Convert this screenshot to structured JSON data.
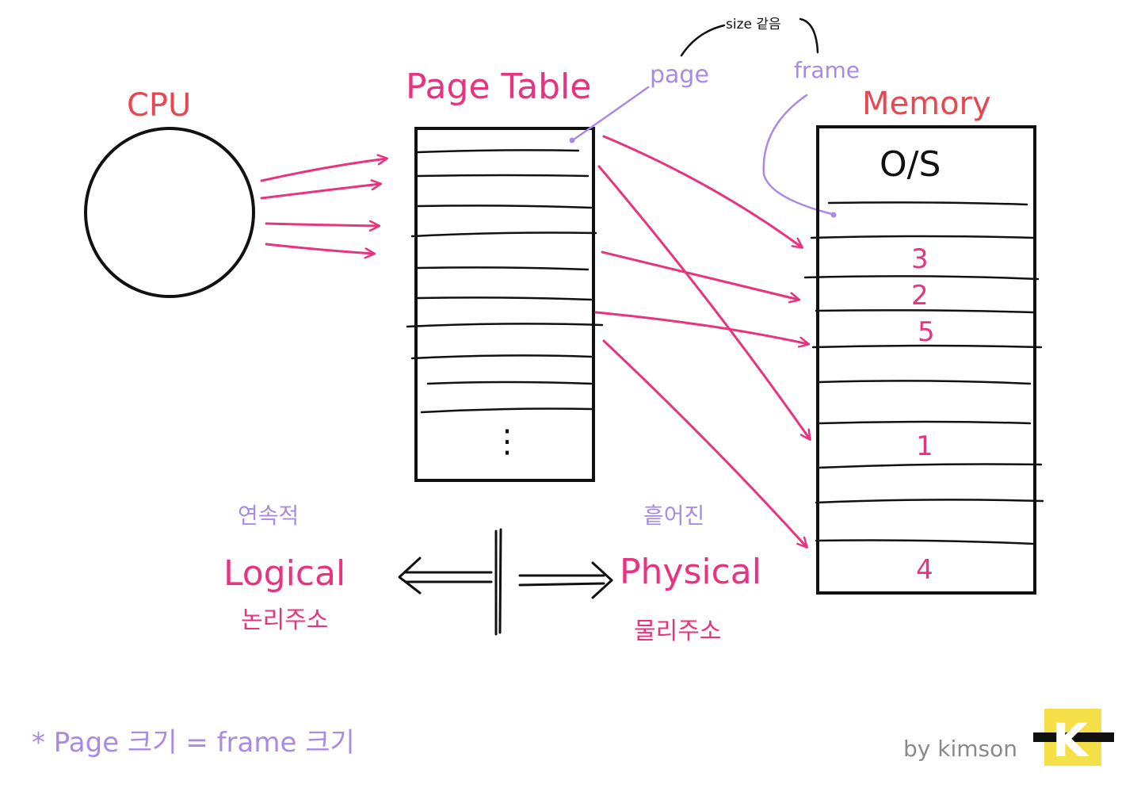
{
  "cpu": {
    "label": "CPU"
  },
  "page_table": {
    "title": "Page Table",
    "ellipsis": "⋮"
  },
  "memory": {
    "title": "Memory",
    "os_label": "O/S",
    "frame_numbers": [
      "3",
      "2",
      "5",
      "1",
      "4"
    ]
  },
  "annotations": {
    "page": "page",
    "frame": "frame",
    "size_note": "size 같음"
  },
  "logical": {
    "top": "연속적",
    "main": "Logical",
    "bottom": "논리주소"
  },
  "physical": {
    "top": "흩어진",
    "main": "Physical",
    "bottom": "물리주소"
  },
  "footnote": "* Page 크기 = frame 크기",
  "signature": "by kimson",
  "logo": {
    "letter": "K",
    "color": "#f5e04a"
  },
  "colors": {
    "cpu_label": "#e8474f",
    "memory_label": "#e8474f",
    "pink": "#e8337f",
    "lavender": "#a98ae6",
    "ink": "#111111"
  }
}
